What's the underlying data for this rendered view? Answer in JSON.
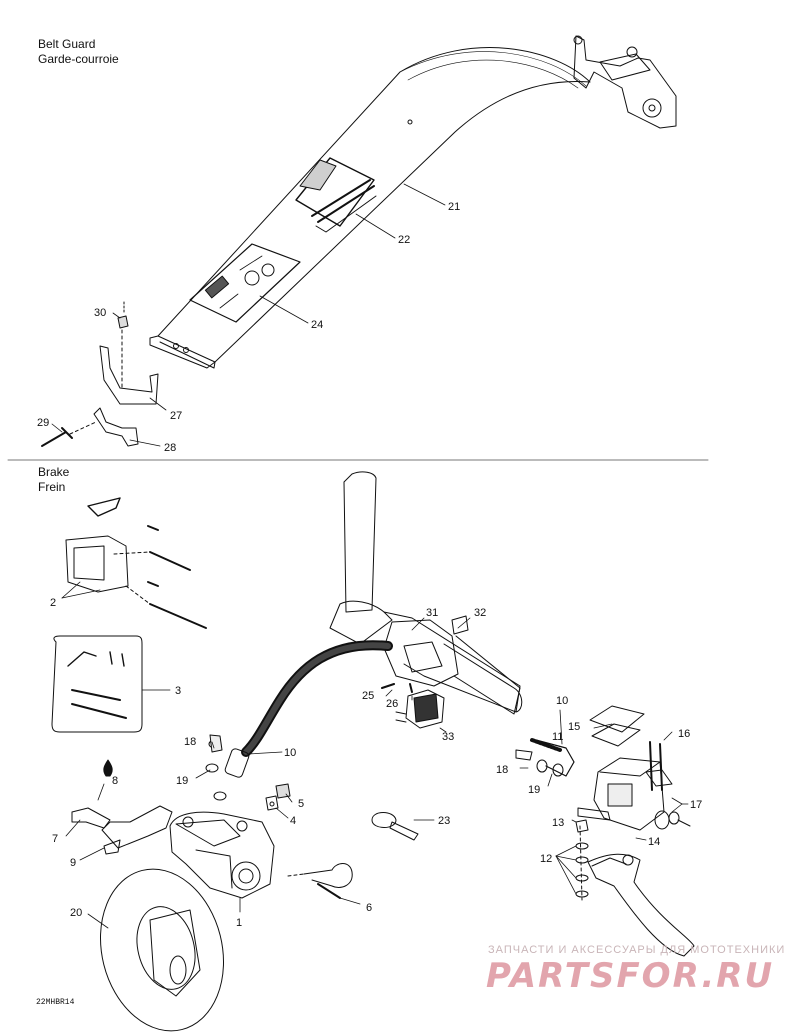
{
  "sections": {
    "belt_guard": {
      "title_en": "Belt Guard",
      "title_fr": "Garde-courroie"
    },
    "brake": {
      "title_en": "Brake",
      "title_fr": "Frein"
    }
  },
  "callouts": {
    "c21": "21",
    "c22": "22",
    "c24": "24",
    "c30": "30",
    "c27": "27",
    "c29": "29",
    "c28": "28",
    "c2": "2",
    "c3": "3",
    "c31": "31",
    "c32": "32",
    "c10a": "10",
    "c10b": "10",
    "c11": "11",
    "c25": "25",
    "c26": "26",
    "c33": "33",
    "c15": "15",
    "c16": "16",
    "c18a": "18",
    "c18b": "18",
    "c19a": "19",
    "c19b": "19",
    "c8": "8",
    "c5": "5",
    "c4": "4",
    "c7": "7",
    "c9": "9",
    "c23": "23",
    "c13": "13",
    "c17": "17",
    "c14": "14",
    "c12": "12",
    "c1": "1",
    "c6": "6",
    "c20": "20"
  },
  "drawing_code": "22MHBR14",
  "watermark": {
    "line": "ЗАПЧАСТИ И АКСЕССУАРЫ ДЛЯ МОТОТЕХНИКИ",
    "brand": "PARTSFOR.RU",
    "color": "#e2a5ad"
  },
  "colors": {
    "ink": "#111111",
    "background": "#ffffff",
    "separator": "#777777"
  }
}
